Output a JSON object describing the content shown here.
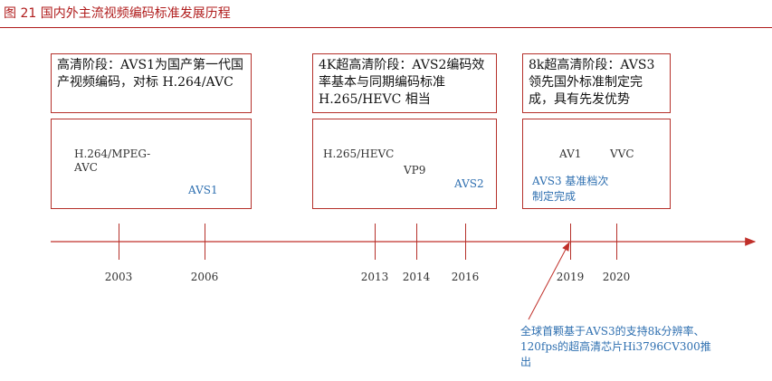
{
  "figure": {
    "title": "图 21  国内外主流视频编码标准发展历程"
  },
  "stages": [
    {
      "text": "高清阶段：AVS1为国产第一代国产视频编码，对标 H.264/AVC"
    },
    {
      "text": "4K超高清阶段：AVS2编码效率基本与同期编码标准 H.265/HEVC 相当"
    },
    {
      "text": "8k超高清阶段：AVS3领先国外标准制定完成，具有先发优势"
    }
  ],
  "standards": [
    {
      "label": "H.264/MPEG-AVC",
      "type": "intl"
    },
    {
      "label": "AVS1",
      "type": "domestic"
    },
    {
      "label": "H.265/HEVC",
      "type": "intl"
    },
    {
      "label": "VP9",
      "type": "intl"
    },
    {
      "label": "AVS2",
      "type": "domestic"
    },
    {
      "label": "AV1",
      "type": "intl"
    },
    {
      "label": "VVC",
      "type": "intl"
    },
    {
      "label": "AVS3 基准档次制定完成",
      "type": "domestic"
    }
  ],
  "timeline": {
    "years": [
      "2003",
      "2006",
      "2013",
      "2014",
      "2016",
      "2019",
      "2020"
    ]
  },
  "annotation": {
    "text": "全球首颗基于AVS3的支持8k分辨率、120fps的超高清芯片Hi3796CV300推出"
  },
  "colors": {
    "accent": "#b5302a",
    "domestic": "#2e6fb0"
  }
}
